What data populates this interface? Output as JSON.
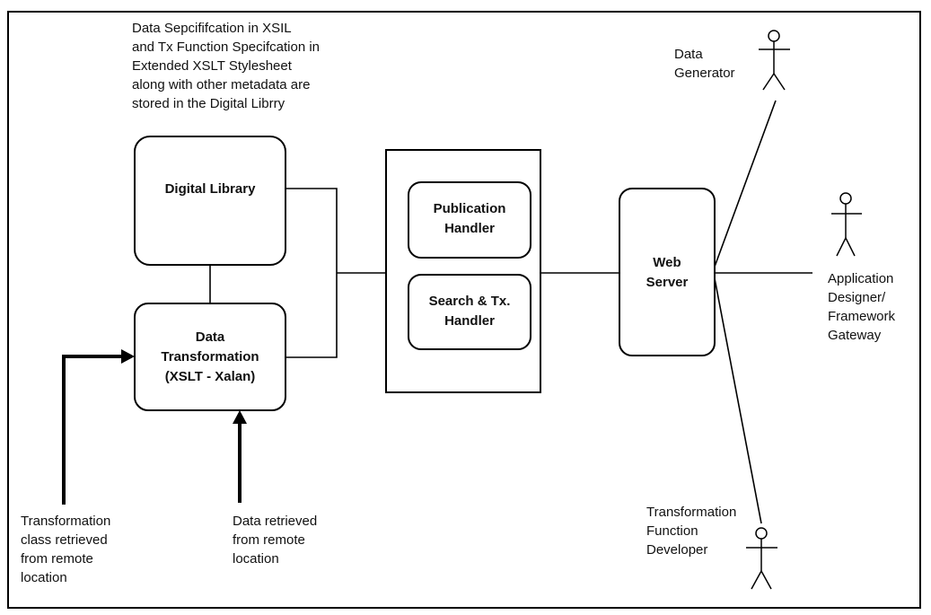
{
  "diagram": {
    "top_note": [
      "Data Sepcififcation in XSIL",
      "and Tx Function Specifcation in",
      "Extended XSLT Stylesheet",
      "along with other metadata are",
      "stored in the Digital Librry"
    ],
    "nodes": {
      "digital_library": [
        "Digital Library"
      ],
      "data_transformation": [
        "Data",
        "Transformation",
        "(XSLT - Xalan)"
      ],
      "publication_handler": [
        "Publication",
        "Handler"
      ],
      "search_handler": [
        "Search & Tx.",
        "Handler"
      ],
      "web_server": [
        "Web",
        "Server"
      ]
    },
    "actors": {
      "data_generator": [
        "Data",
        "Generator"
      ],
      "application_designer": [
        "Application",
        "Designer/",
        "Framework",
        "Gateway"
      ],
      "transformation_developer": [
        "Transformation",
        "Function",
        "Developer"
      ]
    },
    "inputs": {
      "transformation_class": [
        "Transformation",
        "class retrieved",
        "from remote",
        "location"
      ],
      "data_retrieved": [
        "Data retrieved",
        "from remote",
        "location"
      ]
    }
  }
}
